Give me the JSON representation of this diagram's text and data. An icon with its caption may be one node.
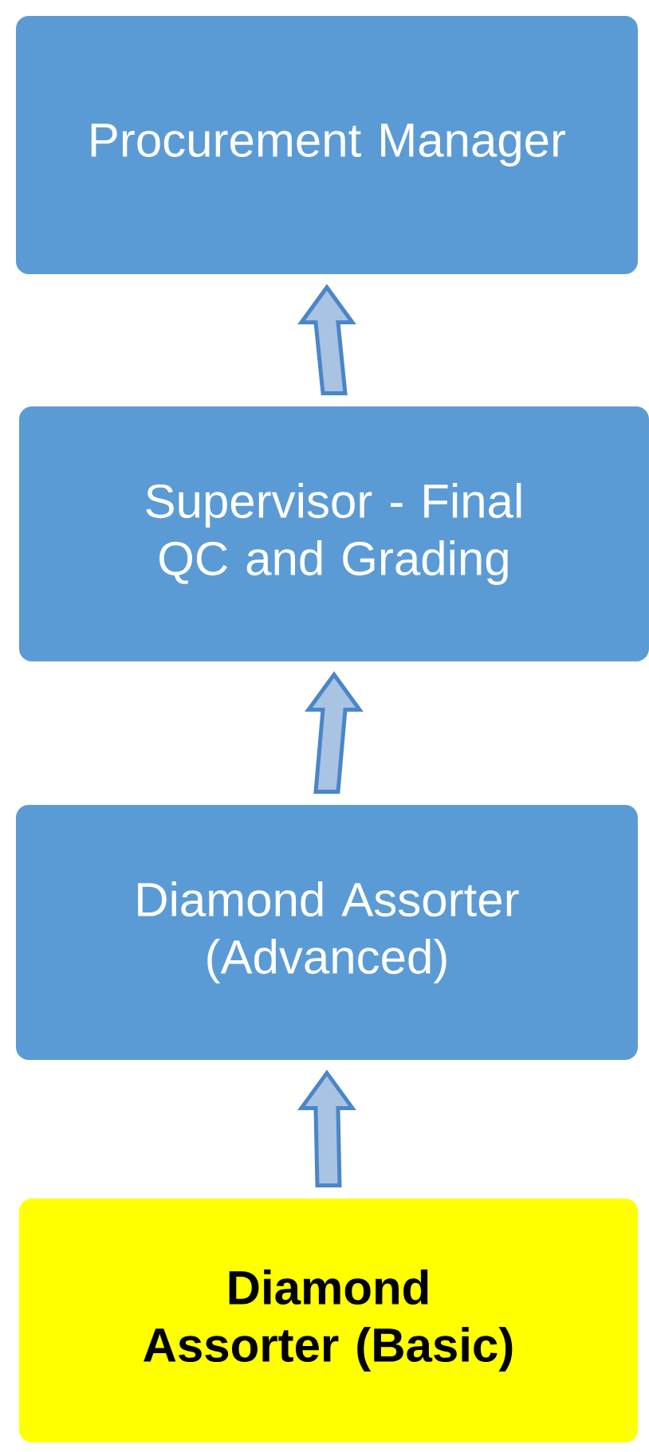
{
  "diagram": {
    "nodes": [
      {
        "text": [
          "Procurement Manager"
        ]
      },
      {
        "text": [
          "Supervisor - Final QC and Grading"
        ]
      },
      {
        "text": [
          "Diamond Assorter (Advanced)"
        ]
      },
      {
        "text": [
          "Diamond Assorter (Basic)"
        ]
      }
    ],
    "edges": [
      {
        "from": 3,
        "to": 2,
        "arrow": "to"
      },
      {
        "from": 2,
        "to": 1,
        "arrow": "to"
      },
      {
        "from": 1,
        "to": 0,
        "arrow": "to"
      }
    ]
  }
}
